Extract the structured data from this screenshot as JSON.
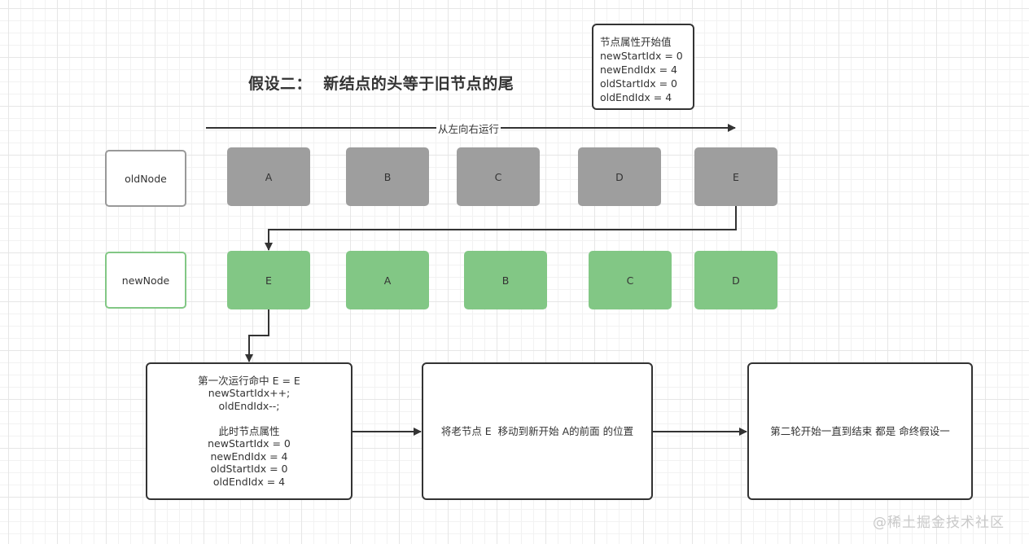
{
  "title": "假设二：  新结点的头等于旧节点的尾",
  "info_box": {
    "heading": "节点属性开始值",
    "lines": [
      "newStartIdx = 0",
      "newEndIdx = 4",
      "oldStartIdx = 0",
      "oldEndIdx = 4"
    ]
  },
  "direction_label": "从左向右运行",
  "old_row": {
    "label": "oldNode",
    "nodes": [
      "A",
      "B",
      "C",
      "D",
      "E"
    ]
  },
  "new_row": {
    "label": "newNode",
    "nodes": [
      "E",
      "A",
      "B",
      "C",
      "D"
    ]
  },
  "steps": [
    {
      "lines": [
        "第一次运行命中 E = E",
        "newStartIdx++;",
        "oldEndIdx--;",
        "",
        "此时节点属性",
        "newStartIdx = 0",
        "newEndIdx = 4",
        "oldStartIdx = 0",
        "oldEndIdx = 4"
      ]
    },
    {
      "lines": [
        "将老节点 E  移动到新开始 A的前面 的位置"
      ]
    },
    {
      "lines": [
        "第二轮开始一直到结束 都是 命终假设一"
      ]
    }
  ],
  "colors": {
    "old_node_fill": "#9e9e9e",
    "new_node_fill": "#82c785",
    "edge": "#333333"
  },
  "watermark": "@稀土掘金技术社区"
}
